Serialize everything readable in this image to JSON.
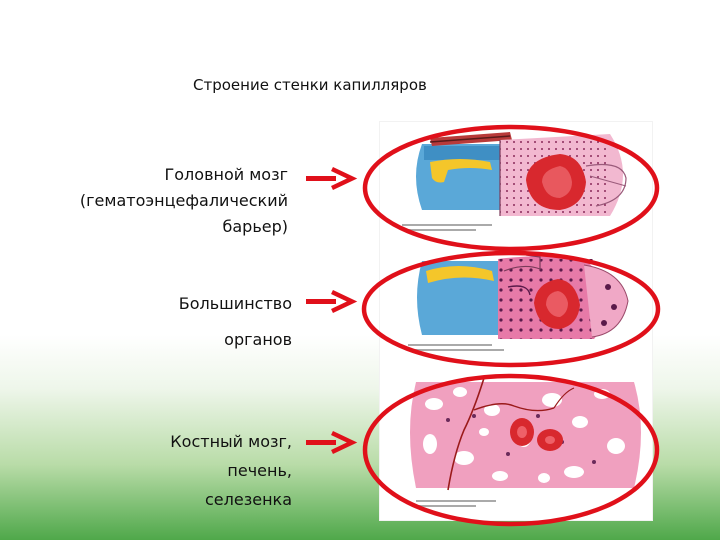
{
  "title": "Строение стенки капилляров",
  "rows": [
    {
      "lines": [
        "Головной мозг",
        "(гематоэнцефалический",
        "барьер)"
      ]
    },
    {
      "lines": [
        "Большинство",
        "органов"
      ]
    },
    {
      "lines": [
        "Костный мозг,",
        "печень,",
        "селезенка"
      ]
    }
  ],
  "colors": {
    "arrow": "#e0101a",
    "highlight_ring": "#e0101a",
    "vessel_blue": "#5aa8d8",
    "vessel_pink": "#e77aa8",
    "red_blood_cell": "#d8282e",
    "tight_junction": "#f4c62a"
  }
}
